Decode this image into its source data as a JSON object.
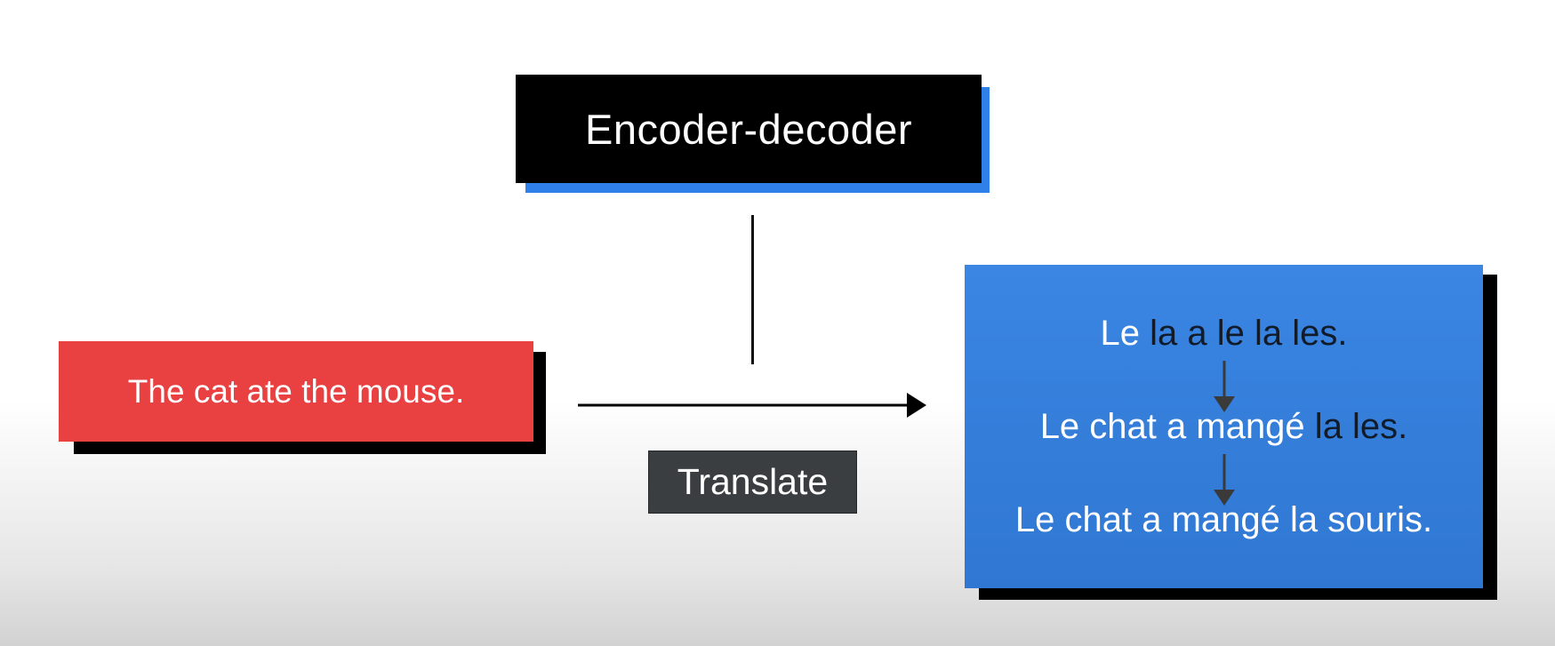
{
  "encoder_decoder": {
    "label": "Encoder-decoder"
  },
  "input": {
    "text": "The cat ate the mouse."
  },
  "translate": {
    "label": "Translate"
  },
  "output": {
    "line1": {
      "light": "Le",
      "dark": " la a le la les."
    },
    "line2": {
      "light": "Le chat a mangé",
      "dark": " la les."
    },
    "line3": {
      "light": "Le chat a mangé la souris.",
      "dark": ""
    }
  },
  "icons": {
    "connector": "vertical-line",
    "arrow": "right-arrow-icon",
    "step": "down-arrow-icon"
  },
  "colors": {
    "encoder_box": "#000000",
    "encoder_shadow": "#2f80e9",
    "input_box": "#e94141",
    "output_box": "#3a86e2",
    "translate_box": "#3b3e41"
  }
}
